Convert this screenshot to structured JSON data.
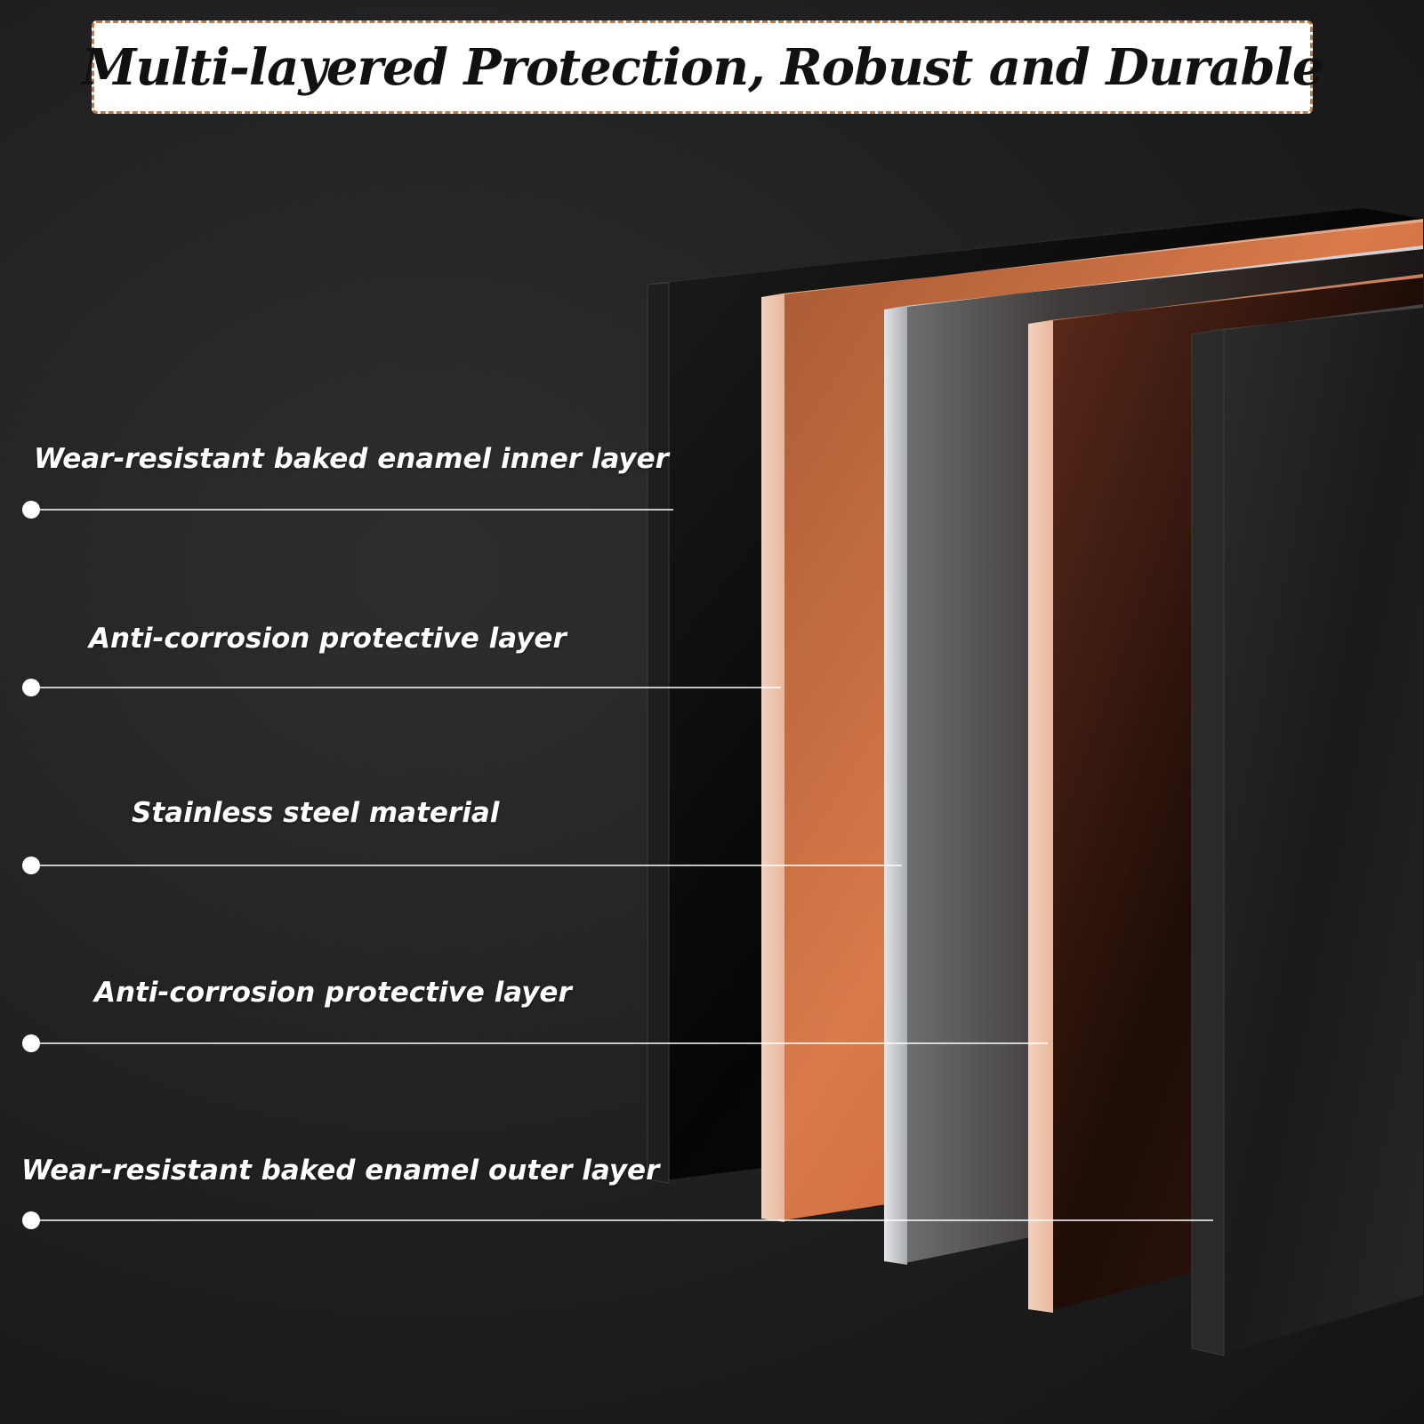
{
  "title": "Multi-layered Protection, Robust and Durable",
  "layers": [
    {
      "label": "Wear-resistant baked enamel inner layer"
    },
    {
      "label": "Anti-corrosion protective layer"
    },
    {
      "label": "Stainless steel material"
    },
    {
      "label": "Anti-corrosion protective layer"
    },
    {
      "label": "Wear-resistant baked enamel outer layer"
    }
  ],
  "colors": {
    "background": "#1f1f1f",
    "title_border": "#c8773c",
    "enamel": "#0d0d0d",
    "copper": "#c96a3a",
    "steel": "#b9bcc0",
    "callout": "#ffffff"
  }
}
